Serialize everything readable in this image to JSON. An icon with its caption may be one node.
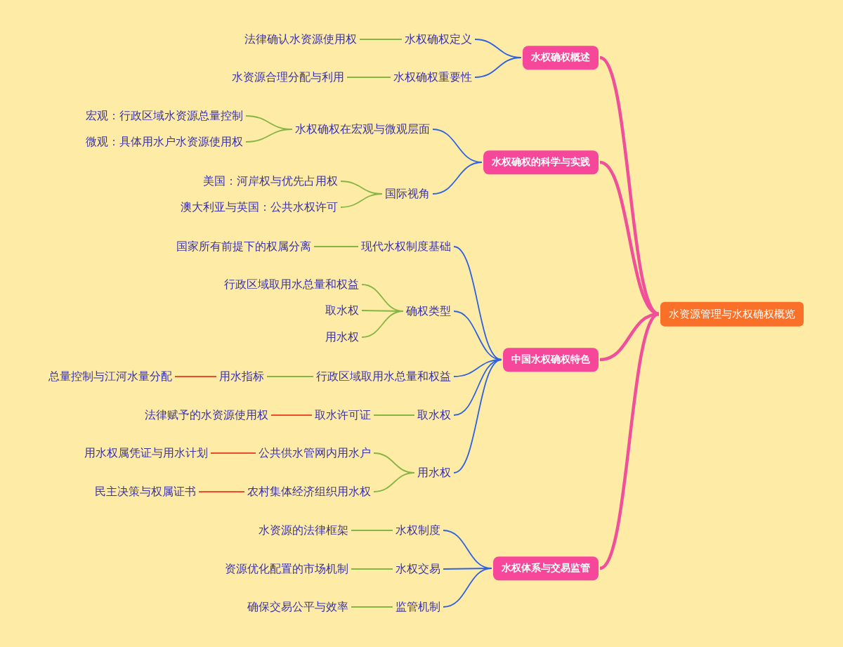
{
  "diagram": {
    "nodes": [
      {
        "text": [
          "水资源管理与水权确权概览"
        ]
      },
      {
        "text": [
          "水权确权概述"
        ]
      },
      {
        "text": [
          "水权确权定义"
        ]
      },
      {
        "text": [
          "法律确认水资源使用权"
        ]
      },
      {
        "text": [
          "水权确权重要性"
        ]
      },
      {
        "text": [
          "水资源合理分配与利用"
        ]
      },
      {
        "text": [
          "水权确权的科学与实践"
        ]
      },
      {
        "text": [
          "水权确权在宏观与微观层面"
        ]
      },
      {
        "text": [
          "宏观：行政区域水资源总量控制"
        ]
      },
      {
        "text": [
          "微观：具体用水户水资源使用权"
        ]
      },
      {
        "text": [
          "国际视角"
        ]
      },
      {
        "text": [
          "美国：河岸权与优先占用权"
        ]
      },
      {
        "text": [
          "澳大利亚与英国：公共水权许可"
        ]
      },
      {
        "text": [
          "中国水权确权特色"
        ]
      },
      {
        "text": [
          "现代水权制度基础"
        ]
      },
      {
        "text": [
          "国家所有前提下的权属分离"
        ]
      },
      {
        "text": [
          "确权类型"
        ]
      },
      {
        "text": [
          "行政区域取用水总量和权益"
        ]
      },
      {
        "text": [
          "取水权"
        ]
      },
      {
        "text": [
          "用水权"
        ]
      },
      {
        "text": [
          "行政区域取用水总量和权益"
        ]
      },
      {
        "text": [
          "用水指标"
        ]
      },
      {
        "text": [
          "总量控制与江河水量分配"
        ]
      },
      {
        "text": [
          "取水权"
        ]
      },
      {
        "text": [
          "取水许可证"
        ]
      },
      {
        "text": [
          "法律赋予的水资源使用权"
        ]
      },
      {
        "text": [
          "用水权"
        ]
      },
      {
        "text": [
          "公共供水管网内用水户"
        ]
      },
      {
        "text": [
          "用水权属凭证与用水计划"
        ]
      },
      {
        "text": [
          "农村集体经济组织用水权"
        ]
      },
      {
        "text": [
          "民主决策与权属证书"
        ]
      },
      {
        "text": [
          "水权体系与交易监管"
        ]
      },
      {
        "text": [
          "水权制度"
        ]
      },
      {
        "text": [
          "水资源的法律框架"
        ]
      },
      {
        "text": [
          "水权交易"
        ]
      },
      {
        "text": [
          "资源优化配置的市场机制"
        ]
      },
      {
        "text": [
          "监管机制"
        ]
      },
      {
        "text": [
          "确保交易公平与效率"
        ]
      }
    ],
    "edges": [
      {
        "from": 0,
        "to": 1,
        "arrow": "none",
        "style": "thick",
        "color": "#f0509a"
      },
      {
        "from": 1,
        "to": 2,
        "arrow": "none",
        "color": "#2f62e0"
      },
      {
        "from": 2,
        "to": 3,
        "arrow": "none",
        "color": "#86b543"
      },
      {
        "from": 1,
        "to": 4,
        "arrow": "none",
        "color": "#2f62e0"
      },
      {
        "from": 4,
        "to": 5,
        "arrow": "none",
        "color": "#86b543"
      },
      {
        "from": 0,
        "to": 6,
        "arrow": "none",
        "style": "thick",
        "color": "#f0509a"
      },
      {
        "from": 6,
        "to": 7,
        "arrow": "none",
        "color": "#2f62e0"
      },
      {
        "from": 7,
        "to": 8,
        "arrow": "none",
        "color": "#86b543"
      },
      {
        "from": 7,
        "to": 9,
        "arrow": "none",
        "color": "#86b543"
      },
      {
        "from": 6,
        "to": 10,
        "arrow": "none",
        "color": "#2f62e0"
      },
      {
        "from": 10,
        "to": 11,
        "arrow": "none",
        "color": "#86b543"
      },
      {
        "from": 10,
        "to": 12,
        "arrow": "none",
        "color": "#86b543"
      },
      {
        "from": 0,
        "to": 13,
        "arrow": "none",
        "style": "thick",
        "color": "#f0509a"
      },
      {
        "from": 13,
        "to": 14,
        "arrow": "none",
        "color": "#2f62e0"
      },
      {
        "from": 14,
        "to": 15,
        "arrow": "none",
        "color": "#86b543"
      },
      {
        "from": 13,
        "to": 16,
        "arrow": "none",
        "color": "#2f62e0"
      },
      {
        "from": 16,
        "to": 17,
        "arrow": "none",
        "color": "#86b543"
      },
      {
        "from": 16,
        "to": 18,
        "arrow": "none",
        "color": "#86b543"
      },
      {
        "from": 16,
        "to": 19,
        "arrow": "none",
        "color": "#86b543"
      },
      {
        "from": 13,
        "to": 20,
        "arrow": "none",
        "color": "#2f62e0"
      },
      {
        "from": 20,
        "to": 21,
        "arrow": "none",
        "color": "#86b543"
      },
      {
        "from": 21,
        "to": 22,
        "arrow": "none",
        "color": "#ee4b2b"
      },
      {
        "from": 13,
        "to": 23,
        "arrow": "none",
        "color": "#2f62e0"
      },
      {
        "from": 23,
        "to": 24,
        "arrow": "none",
        "color": "#86b543"
      },
      {
        "from": 24,
        "to": 25,
        "arrow": "none",
        "color": "#ee4b2b"
      },
      {
        "from": 13,
        "to": 26,
        "arrow": "none",
        "color": "#2f62e0"
      },
      {
        "from": 26,
        "to": 27,
        "arrow": "none",
        "color": "#86b543"
      },
      {
        "from": 27,
        "to": 28,
        "arrow": "none",
        "color": "#ee4b2b"
      },
      {
        "from": 26,
        "to": 29,
        "arrow": "none",
        "color": "#86b543"
      },
      {
        "from": 29,
        "to": 30,
        "arrow": "none",
        "color": "#ee4b2b"
      },
      {
        "from": 0,
        "to": 31,
        "arrow": "none",
        "style": "thick",
        "color": "#f0509a"
      },
      {
        "from": 31,
        "to": 32,
        "arrow": "none",
        "color": "#2f62e0"
      },
      {
        "from": 32,
        "to": 33,
        "arrow": "none",
        "color": "#86b543"
      },
      {
        "from": 31,
        "to": 34,
        "arrow": "none",
        "color": "#2f62e0"
      },
      {
        "from": 34,
        "to": 35,
        "arrow": "none",
        "color": "#86b543"
      },
      {
        "from": 31,
        "to": 36,
        "arrow": "none",
        "color": "#2f62e0"
      },
      {
        "from": 36,
        "to": 37,
        "arrow": "none",
        "color": "#86b543"
      }
    ]
  }
}
